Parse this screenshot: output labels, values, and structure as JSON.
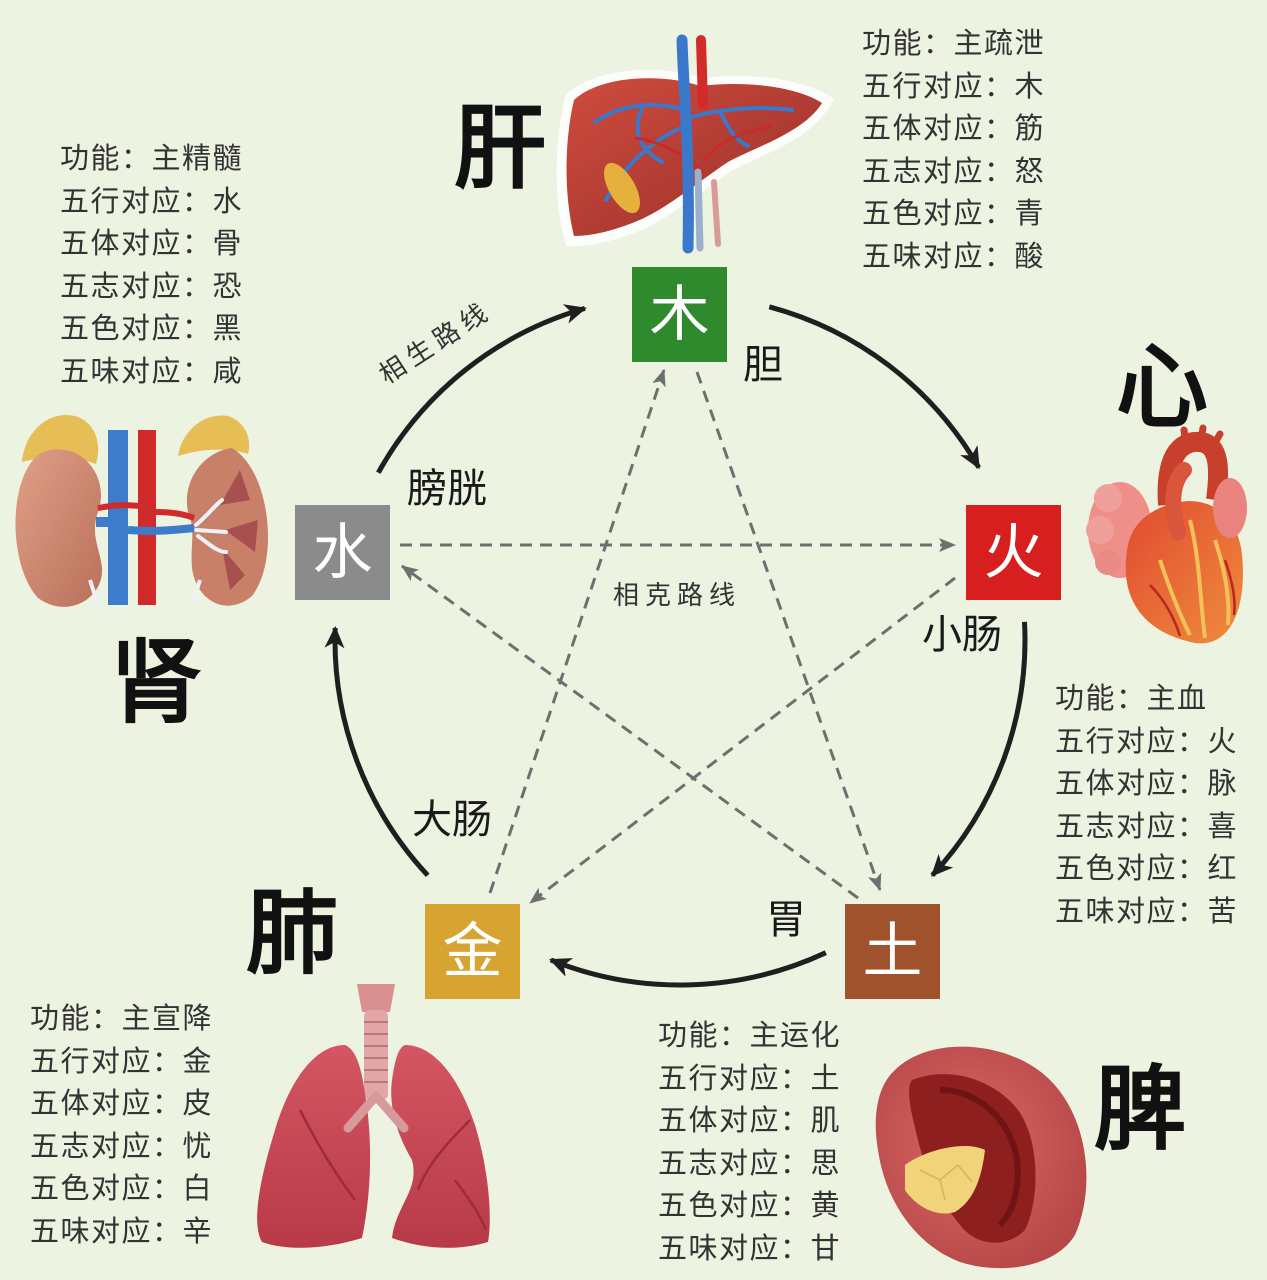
{
  "theme": {
    "background": "#edf3e1",
    "organ_text": "#111111",
    "info_text": "#333333",
    "generating_arrow": "#1f1f1f",
    "controlling_arrow": "#6f6f6f"
  },
  "elements": {
    "wood": {
      "char": "木",
      "color": "#2f8a2e"
    },
    "fire": {
      "char": "火",
      "color": "#d81f1f"
    },
    "earth": {
      "char": "土",
      "color": "#a0522d"
    },
    "metal": {
      "char": "金",
      "color": "#d8a431"
    },
    "water": {
      "char": "水",
      "color": "#8b8b8b"
    }
  },
  "organs": {
    "liver": {
      "name": "肝",
      "fu": "胆",
      "illustration": "liver-illustration",
      "info": [
        "功能：主疏泄",
        "五行对应：木",
        "五体对应：筋",
        "五志对应：怒",
        "五色对应：青",
        "五味对应：酸"
      ]
    },
    "heart": {
      "name": "心",
      "fu": "小肠",
      "illustration": "heart-illustration",
      "info": [
        "功能：主血",
        "五行对应：火",
        "五体对应：脉",
        "五志对应：喜",
        "五色对应：红",
        "五味对应：苦"
      ]
    },
    "spleen": {
      "name": "脾",
      "fu": "胃",
      "illustration": "spleen-illustration",
      "info": [
        "功能：主运化",
        "五行对应：土",
        "五体对应：肌",
        "五志对应：思",
        "五色对应：黄",
        "五味对应：甘"
      ]
    },
    "lung": {
      "name": "肺",
      "fu": "大肠",
      "illustration": "lungs-illustration",
      "info": [
        "功能：主宣降",
        "五行对应：金",
        "五体对应：皮",
        "五志对应：忧",
        "五色对应：白",
        "五味对应：辛"
      ]
    },
    "kidney": {
      "name": "肾",
      "fu": "膀胱",
      "illustration": "kidneys-illustration",
      "info": [
        "功能：主精髓",
        "五行对应：水",
        "五体对应：骨",
        "五志对应：恐",
        "五色对应：黑",
        "五味对应：咸"
      ]
    }
  },
  "cycles": {
    "generating_label": "相生路线",
    "controlling_label": "相克路线"
  }
}
